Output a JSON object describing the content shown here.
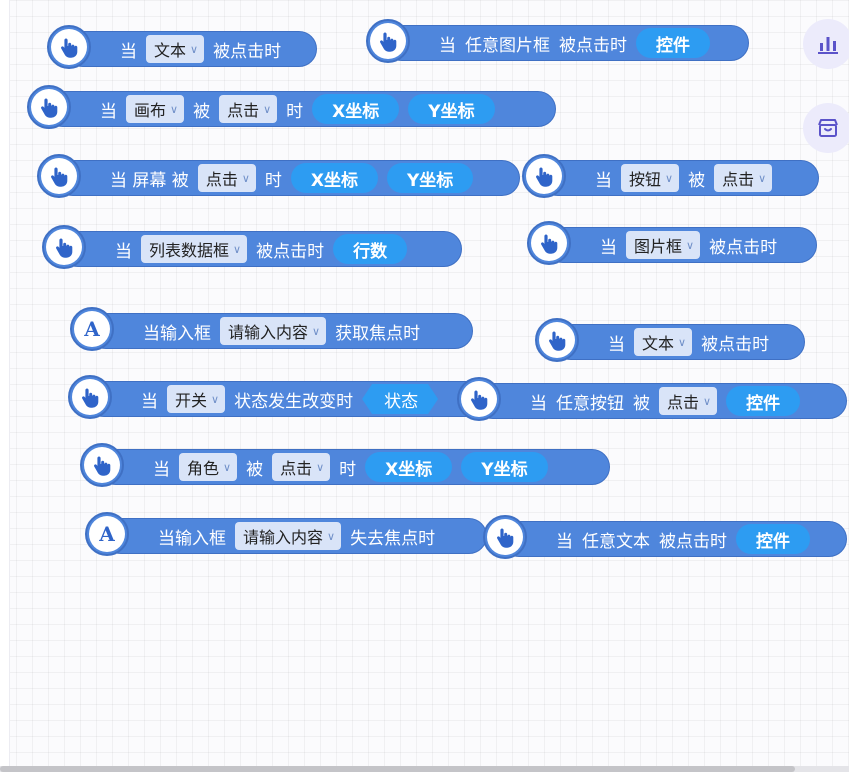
{
  "blocks": [
    {
      "name": "block-text-click",
      "hat": "pointer",
      "parts": [
        {
          "t": "txt",
          "v": "当"
        },
        {
          "t": "dd",
          "v": "文本"
        },
        {
          "t": "txt",
          "v": "被点击时"
        }
      ]
    },
    {
      "name": "block-any-image-click",
      "hat": "pointer",
      "parts": [
        {
          "t": "txt",
          "v": "当"
        },
        {
          "t": "txt",
          "v": "任意图片框"
        },
        {
          "t": "txt",
          "v": "被点击时"
        },
        {
          "t": "pill",
          "v": "控件"
        }
      ]
    },
    {
      "name": "block-canvas-click",
      "hat": "pointer",
      "parts": [
        {
          "t": "txt",
          "v": "当"
        },
        {
          "t": "dd",
          "v": "画布"
        },
        {
          "t": "txt",
          "v": "被"
        },
        {
          "t": "dd",
          "v": "点击"
        },
        {
          "t": "txt",
          "v": "时"
        },
        {
          "t": "pill",
          "v": "X坐标"
        },
        {
          "t": "pill",
          "v": "Y坐标"
        }
      ]
    },
    {
      "name": "block-screen-click",
      "hat": "pointer",
      "parts": [
        {
          "t": "txt",
          "v": "当 屏幕 被"
        },
        {
          "t": "dd",
          "v": "点击"
        },
        {
          "t": "txt",
          "v": "时"
        },
        {
          "t": "pill",
          "v": "X坐标"
        },
        {
          "t": "pill",
          "v": "Y坐标"
        }
      ]
    },
    {
      "name": "block-button-click",
      "hat": "pointer",
      "parts": [
        {
          "t": "txt",
          "v": "当"
        },
        {
          "t": "dd",
          "v": "按钮"
        },
        {
          "t": "txt",
          "v": "被"
        },
        {
          "t": "dd",
          "v": "点击"
        }
      ]
    },
    {
      "name": "block-listdata-click",
      "hat": "pointer",
      "parts": [
        {
          "t": "txt",
          "v": "当"
        },
        {
          "t": "dd",
          "v": "列表数据框"
        },
        {
          "t": "txt",
          "v": "被点击时"
        },
        {
          "t": "pill",
          "v": "行数"
        }
      ]
    },
    {
      "name": "block-imagebox-click",
      "hat": "pointer",
      "parts": [
        {
          "t": "txt",
          "v": "当"
        },
        {
          "t": "dd",
          "v": "图片框"
        },
        {
          "t": "txt",
          "v": "被点击时"
        }
      ]
    },
    {
      "name": "block-input-focus",
      "hat": "text",
      "parts": [
        {
          "t": "txt",
          "v": "当输入框"
        },
        {
          "t": "dd",
          "v": "请输入内容"
        },
        {
          "t": "txt",
          "v": "获取焦点时"
        }
      ]
    },
    {
      "name": "block-text-click-2",
      "hat": "pointer",
      "parts": [
        {
          "t": "txt",
          "v": "当"
        },
        {
          "t": "dd",
          "v": "文本"
        },
        {
          "t": "txt",
          "v": "被点击时"
        }
      ]
    },
    {
      "name": "block-switch-change",
      "hat": "pointer",
      "arrow": true,
      "parts": [
        {
          "t": "txt",
          "v": "当"
        },
        {
          "t": "dd",
          "v": "开关"
        },
        {
          "t": "txt",
          "v": "状态发生改变时"
        },
        {
          "t": "hex",
          "v": "状态"
        }
      ]
    },
    {
      "name": "block-any-button-click",
      "hat": "pointer",
      "parts": [
        {
          "t": "txt",
          "v": "当"
        },
        {
          "t": "txt",
          "v": "任意按钮"
        },
        {
          "t": "txt",
          "v": "被"
        },
        {
          "t": "dd",
          "v": "点击"
        },
        {
          "t": "pill",
          "v": "控件"
        }
      ]
    },
    {
      "name": "block-role-click",
      "hat": "pointer",
      "parts": [
        {
          "t": "txt",
          "v": "当"
        },
        {
          "t": "dd",
          "v": "角色"
        },
        {
          "t": "txt",
          "v": "被"
        },
        {
          "t": "dd",
          "v": "点击"
        },
        {
          "t": "txt",
          "v": "时"
        },
        {
          "t": "pill",
          "v": "X坐标"
        },
        {
          "t": "pill",
          "v": "Y坐标"
        }
      ]
    },
    {
      "name": "block-input-blur",
      "hat": "text",
      "parts": [
        {
          "t": "txt",
          "v": "当输入框"
        },
        {
          "t": "dd",
          "v": "请输入内容"
        },
        {
          "t": "txt",
          "v": "失去焦点时"
        }
      ]
    },
    {
      "name": "block-any-text-click",
      "hat": "pointer",
      "parts": [
        {
          "t": "txt",
          "v": "当"
        },
        {
          "t": "txt",
          "v": "任意文本"
        },
        {
          "t": "txt",
          "v": "被点击时"
        },
        {
          "t": "pill",
          "v": "控件"
        }
      ]
    }
  ],
  "side_buttons": [
    {
      "name": "chart-button",
      "icon": "bar-chart-icon"
    },
    {
      "name": "store-button",
      "icon": "store-icon"
    }
  ],
  "colors": {
    "block": "#4f86dc",
    "pill": "#2d9cf2",
    "dropdown": "#d9e4f8",
    "icon": "#5b53c9"
  }
}
